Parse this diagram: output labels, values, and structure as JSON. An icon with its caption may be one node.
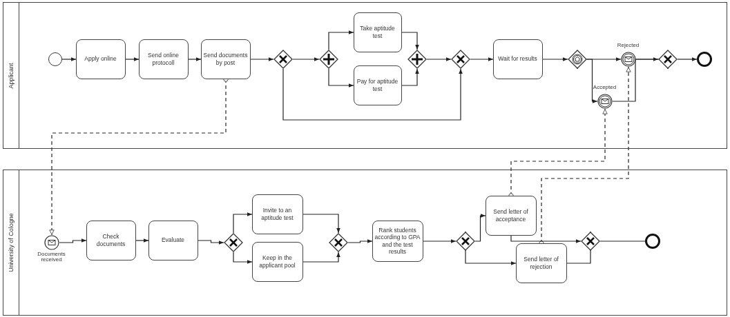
{
  "diagram": {
    "nodes": [
      {
        "text": [
          "Applicant"
        ]
      },
      {
        "text": [
          "University of Cologne"
        ]
      },
      {
        "text": [],
        "shape": "circle",
        "in": 0
      },
      {
        "text": [
          "Apply online"
        ],
        "in": 0
      },
      {
        "text": [
          "Send online protocoll"
        ],
        "in": 0
      },
      {
        "text": [
          "Send documents by post"
        ],
        "in": 0
      },
      {
        "text": [],
        "shape": "diamond",
        "in": 0
      },
      {
        "text": [],
        "shape": "diamond",
        "in": 0
      },
      {
        "text": [
          "Take aptitude test"
        ],
        "in": 0
      },
      {
        "text": [
          "Pay for aptitude test"
        ],
        "in": 0
      },
      {
        "text": [],
        "shape": "diamond",
        "in": 0
      },
      {
        "text": [],
        "shape": "diamond",
        "in": 0
      },
      {
        "text": [
          "Wait for results"
        ],
        "in": 0
      },
      {
        "text": [],
        "shape": "diamond",
        "in": 0
      },
      {
        "text": [
          "Rejected"
        ],
        "in": 0
      },
      {
        "text": [
          "Accepted"
        ],
        "in": 0
      },
      {
        "text": [],
        "shape": "diamond",
        "in": 0
      },
      {
        "text": [],
        "shape": "circle",
        "in": 0
      },
      {
        "text": [
          "Documents received"
        ],
        "in": 1
      },
      {
        "text": [
          "Check documents"
        ],
        "in": 1
      },
      {
        "text": [
          "Evaluate"
        ],
        "in": 1
      },
      {
        "text": [],
        "shape": "diamond",
        "in": 1
      },
      {
        "text": [
          "Invite to an aptitude test"
        ],
        "in": 1
      },
      {
        "text": [
          "Keep in the applicant pool"
        ],
        "in": 1
      },
      {
        "text": [],
        "shape": "diamond",
        "in": 1
      },
      {
        "text": [
          "Rank students according to GPA and the test results"
        ],
        "in": 1
      },
      {
        "text": [],
        "shape": "diamond",
        "in": 1
      },
      {
        "text": [
          "Send letter of acceptance"
        ],
        "in": 1
      },
      {
        "text": [
          "Send letter of rejection"
        ],
        "in": 1
      },
      {
        "text": [],
        "shape": "diamond",
        "in": 1
      },
      {
        "text": [],
        "shape": "circle",
        "in": 1
      }
    ],
    "edges": [
      {
        "from": 2,
        "to": 3,
        "arrow": "to"
      },
      {
        "from": 3,
        "to": 4,
        "arrow": "to"
      },
      {
        "from": 4,
        "to": 5,
        "arrow": "to"
      },
      {
        "from": 5,
        "to": 6,
        "arrow": "to"
      },
      {
        "from": 6,
        "to": 7,
        "arrow": "to"
      },
      {
        "from": 6,
        "to": 11,
        "arrow": "to"
      },
      {
        "from": 7,
        "to": 8,
        "arrow": "to"
      },
      {
        "from": 7,
        "to": 9,
        "arrow": "to"
      },
      {
        "from": 8,
        "to": 10,
        "arrow": "to"
      },
      {
        "from": 9,
        "to": 10,
        "arrow": "to"
      },
      {
        "from": 10,
        "to": 11,
        "arrow": "to"
      },
      {
        "from": 11,
        "to": 12,
        "arrow": "to"
      },
      {
        "from": 12,
        "to": 13,
        "arrow": "to"
      },
      {
        "from": 13,
        "to": 14,
        "arrow": "to"
      },
      {
        "from": 13,
        "to": 15,
        "arrow": "to"
      },
      {
        "from": 14,
        "to": 16,
        "arrow": "to"
      },
      {
        "from": 15,
        "to": 16,
        "arrow": "to"
      },
      {
        "from": 16,
        "to": 17,
        "arrow": "to"
      },
      {
        "from": 5,
        "to": 18,
        "arrow": "to",
        "style": "dashed"
      },
      {
        "from": 27,
        "to": 15,
        "arrow": "to",
        "style": "dashed"
      },
      {
        "from": 28,
        "to": 14,
        "arrow": "to",
        "style": "dashed"
      },
      {
        "from": 18,
        "to": 19,
        "arrow": "to"
      },
      {
        "from": 19,
        "to": 20,
        "arrow": "to"
      },
      {
        "from": 20,
        "to": 21,
        "arrow": "to"
      },
      {
        "from": 21,
        "to": 22,
        "arrow": "to"
      },
      {
        "from": 21,
        "to": 23,
        "arrow": "to"
      },
      {
        "from": 22,
        "to": 24,
        "arrow": "to"
      },
      {
        "from": 23,
        "to": 24,
        "arrow": "to"
      },
      {
        "from": 24,
        "to": 25,
        "arrow": "to"
      },
      {
        "from": 25,
        "to": 26,
        "arrow": "to"
      },
      {
        "from": 26,
        "to": 27,
        "arrow": "to"
      },
      {
        "from": 26,
        "to": 28,
        "arrow": "to"
      },
      {
        "from": 27,
        "to": 29,
        "arrow": "to"
      },
      {
        "from": 28,
        "to": 29,
        "arrow": "to"
      },
      {
        "from": 29,
        "to": 30,
        "arrow": "to"
      }
    ]
  }
}
